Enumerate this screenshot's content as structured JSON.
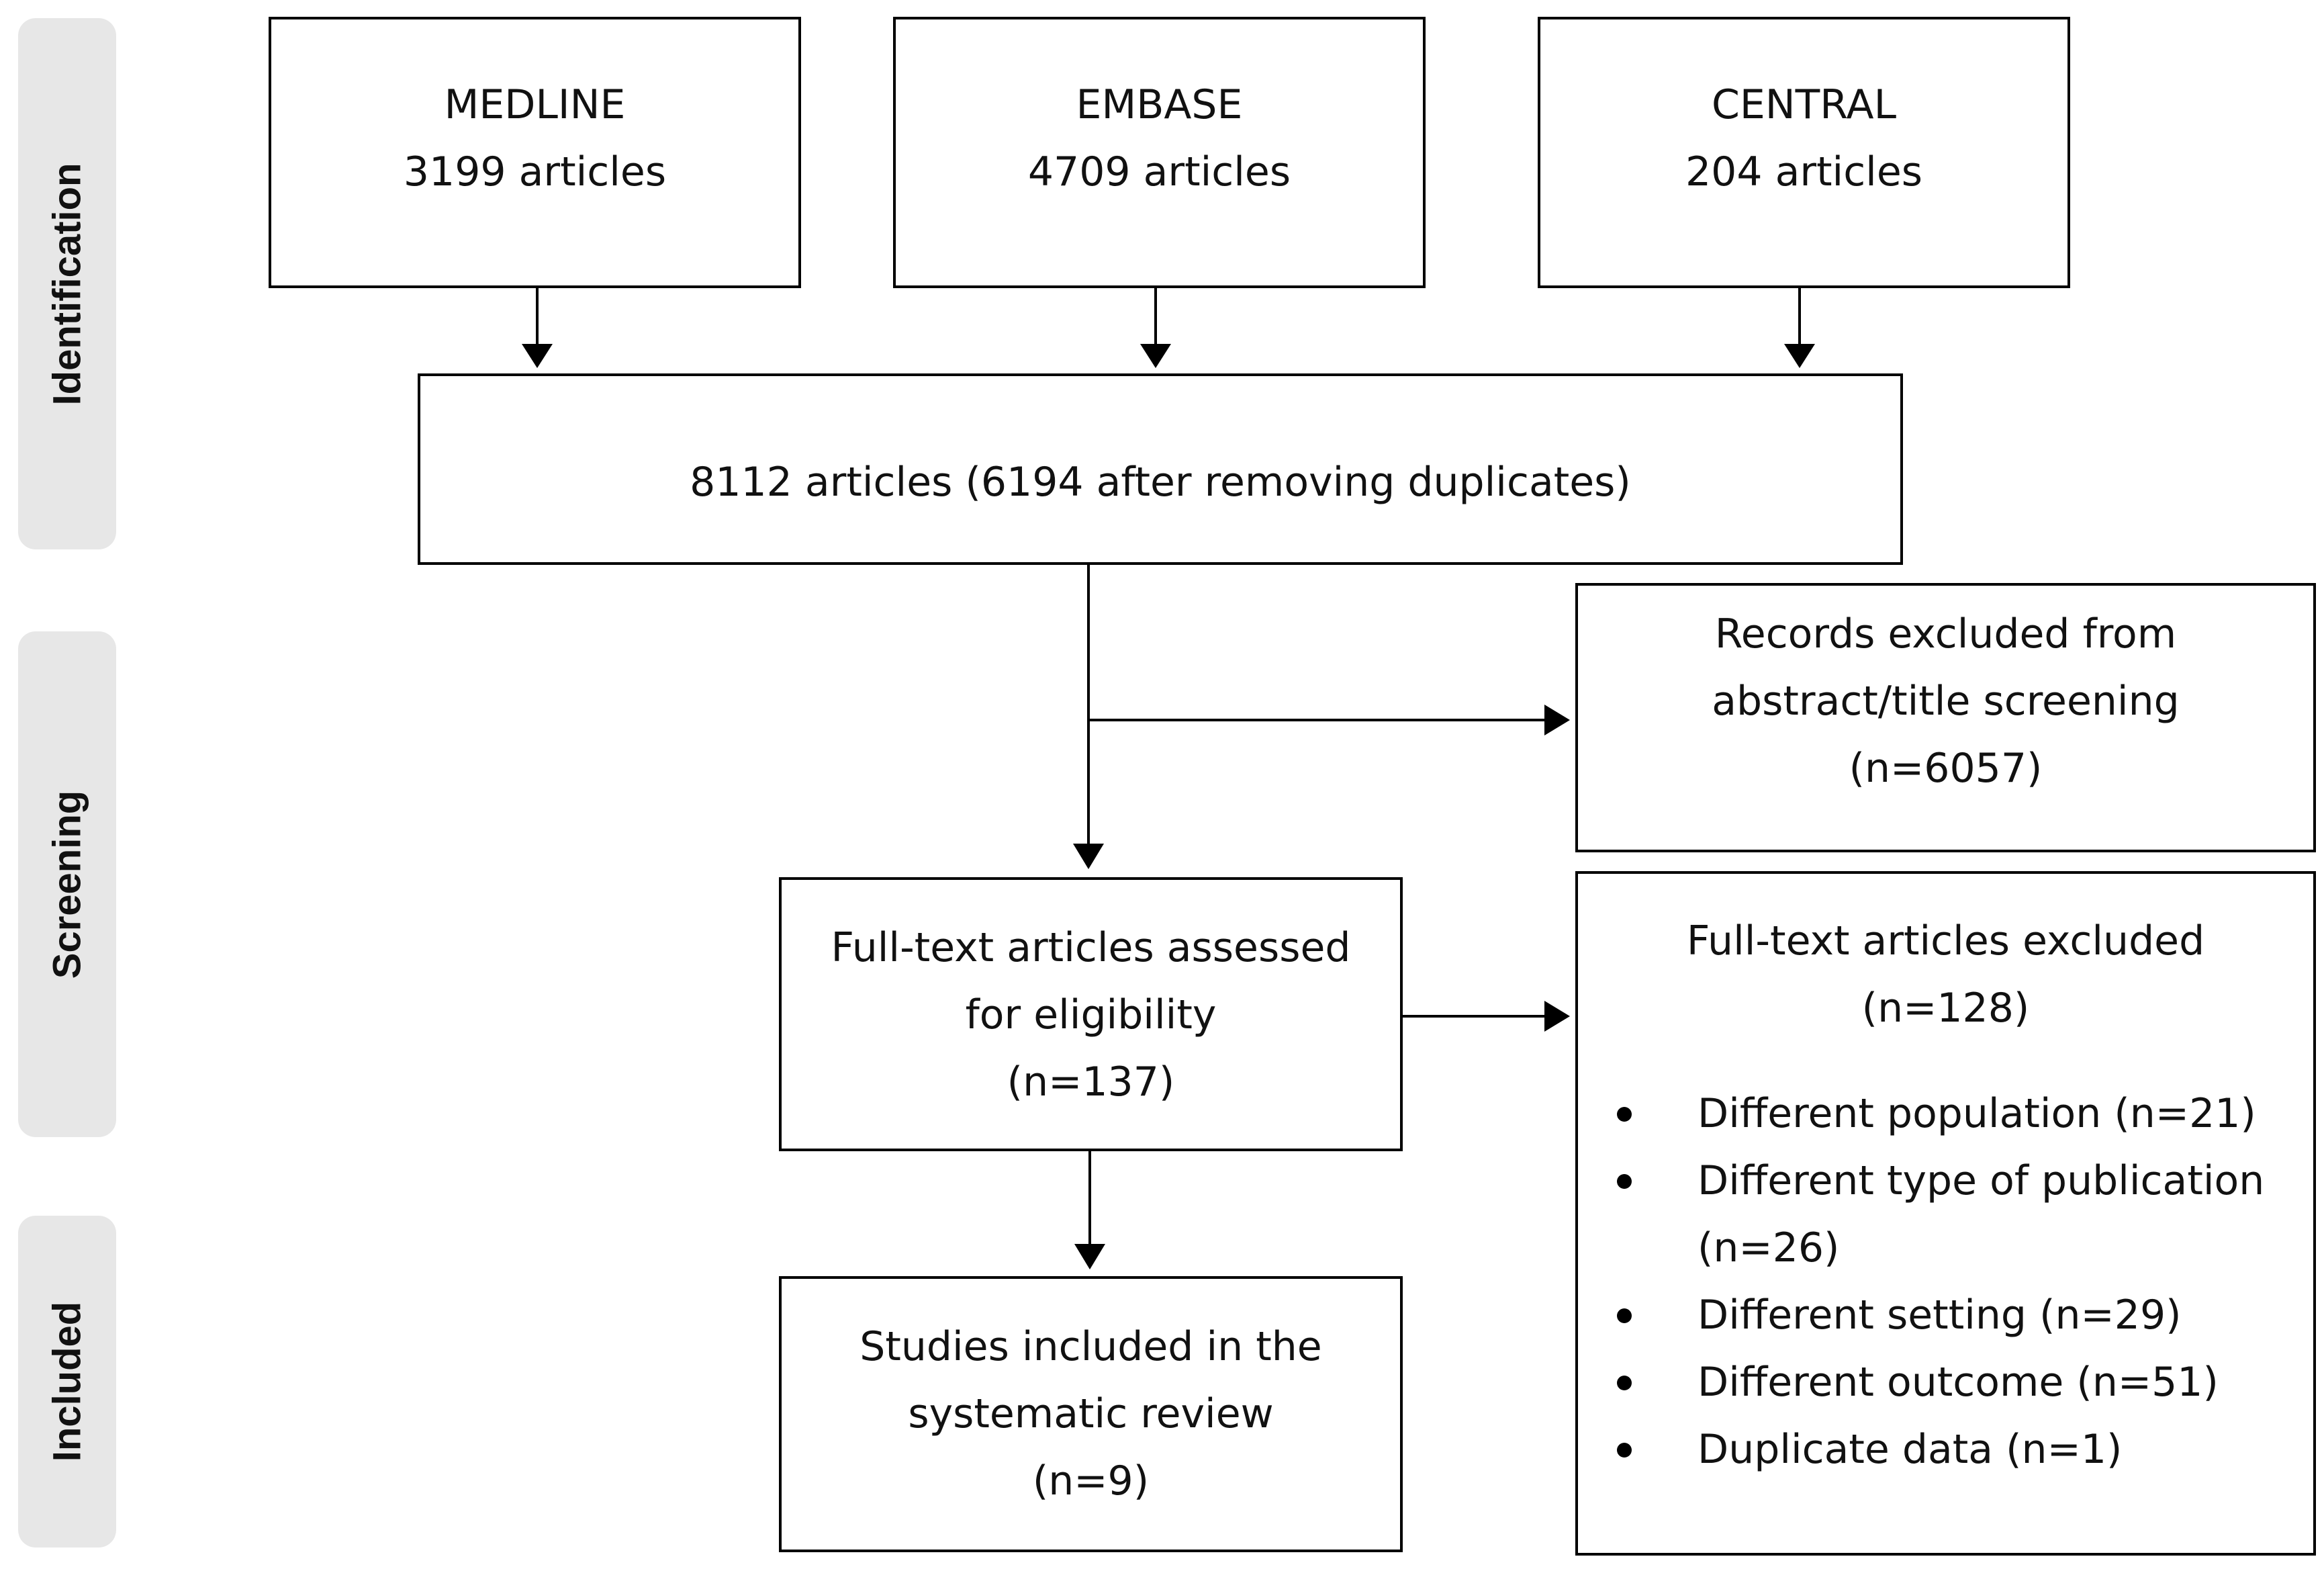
{
  "stages": {
    "identification": "Identification",
    "screening": "Screening",
    "included": "Included"
  },
  "sources": {
    "medline": {
      "name": "MEDLINE",
      "count": "3199 articles"
    },
    "embase": {
      "name": "EMBASE",
      "count": "4709 articles"
    },
    "central": {
      "name": "CENTRAL",
      "count": "204 articles"
    }
  },
  "combined": {
    "text": "8112 articles (6194 after removing duplicates)"
  },
  "excluded_screening": {
    "line1": "Records excluded from",
    "line2": "abstract/title screening",
    "line3": "(n=6057)"
  },
  "fulltext": {
    "line1": "Full-text articles assessed",
    "line2": "for eligibility",
    "line3": "(n=137)"
  },
  "fulltext_excluded": {
    "line1": "Full-text articles excluded",
    "line2": "(n=128)",
    "reasons": [
      {
        "text": "Different population (n=21)",
        "cont": ""
      },
      {
        "text": "Different type of publication",
        "cont": "(n=26)"
      },
      {
        "text": "Different setting (n=29)",
        "cont": ""
      },
      {
        "text": "Different outcome (n=51)",
        "cont": ""
      },
      {
        "text": "Duplicate data (n=1)",
        "cont": ""
      }
    ]
  },
  "included": {
    "line1": "Studies included in the",
    "line2": "systematic review",
    "line3": "(n=9)"
  }
}
